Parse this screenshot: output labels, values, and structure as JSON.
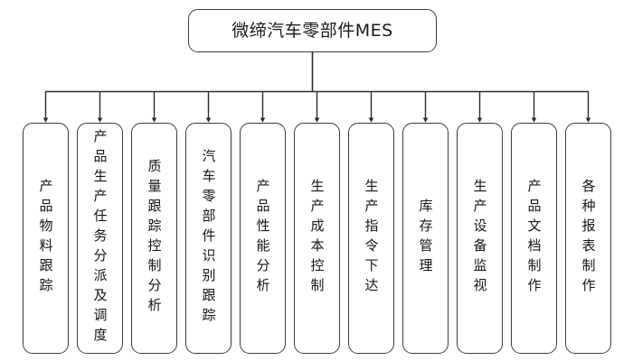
{
  "diagram": {
    "type": "organization-tree",
    "orientation": "top-down",
    "root": {
      "label": "微缔汽车零部件MES"
    },
    "connector": {
      "style": "orthogonal-bus-with-arrowheads",
      "color": "#2b2b2b"
    },
    "nodes": [
      {
        "id": "node-1",
        "label": "产品物料跟踪"
      },
      {
        "id": "node-2",
        "label": "产品生产任务分派及调度"
      },
      {
        "id": "node-3",
        "label": "质量跟踪控制分析"
      },
      {
        "id": "node-4",
        "label": "汽车零部件识别跟踪"
      },
      {
        "id": "node-5",
        "label": "产品性能分析"
      },
      {
        "id": "node-6",
        "label": "生产成本控制"
      },
      {
        "id": "node-7",
        "label": "生产指令下达"
      },
      {
        "id": "node-8",
        "label": "库存管理"
      },
      {
        "id": "node-9",
        "label": "生产设备监视"
      },
      {
        "id": "node-10",
        "label": "产品文档制作"
      },
      {
        "id": "node-11",
        "label": "各种报表制作"
      }
    ],
    "colors": {
      "background": "#ffffff",
      "node_fill": "#ffffff",
      "node_border": "#3b3b3b",
      "text": "#161616",
      "line": "#2b2b2b"
    }
  }
}
